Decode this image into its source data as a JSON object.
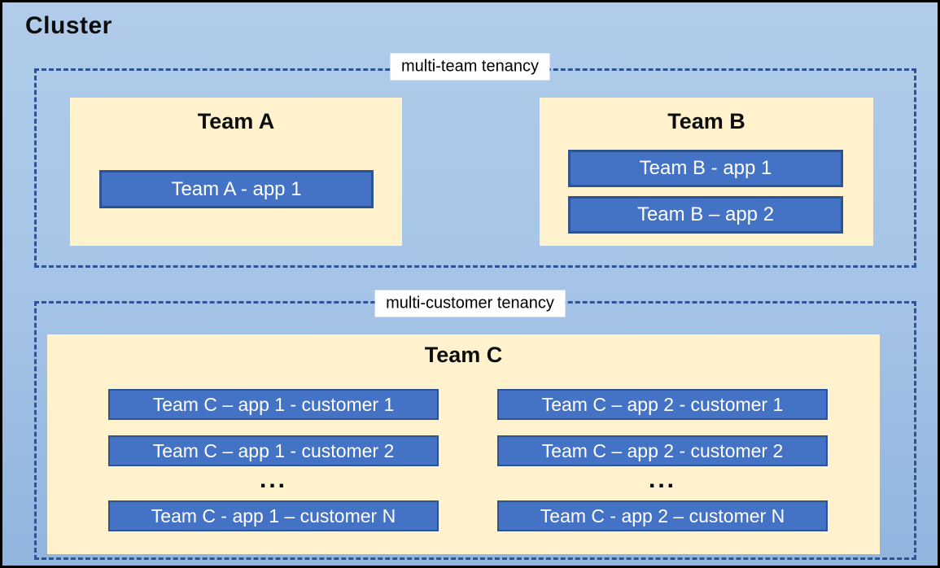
{
  "diagram": {
    "title": "Cluster",
    "colors": {
      "cluster_bg_top": "#B1CCEA",
      "cluster_bg_bottom": "#90B5DE",
      "outer_border": "#000000",
      "dashed_border": "#2F5496",
      "team_box_fill": "#FFF2CC",
      "app_box_fill": "#4472C4",
      "app_box_border": "#2E5395",
      "app_text": "#FFFFFF",
      "label_bg": "#FFFFFF",
      "title_text": "#0D0D0D"
    },
    "sections": [
      {
        "label": "multi-team tenancy",
        "teams": [
          {
            "title": "Team A",
            "apps": [
              "Team A - app 1"
            ]
          },
          {
            "title": "Team B",
            "apps": [
              "Team B - app 1",
              "Team B – app 2"
            ]
          }
        ]
      },
      {
        "label": "multi-customer tenancy",
        "team": {
          "title": "Team C",
          "columns": [
            {
              "rows": [
                "Team C – app 1 - customer 1",
                "Team C – app 1 - customer 2"
              ],
              "ellipsis": "...",
              "last_row": "Team C - app 1 – customer N"
            },
            {
              "rows": [
                "Team C – app 2 - customer 1",
                "Team C – app 2 - customer 2"
              ],
              "ellipsis": "...",
              "last_row": "Team C - app 2 – customer N"
            }
          ]
        }
      }
    ]
  }
}
